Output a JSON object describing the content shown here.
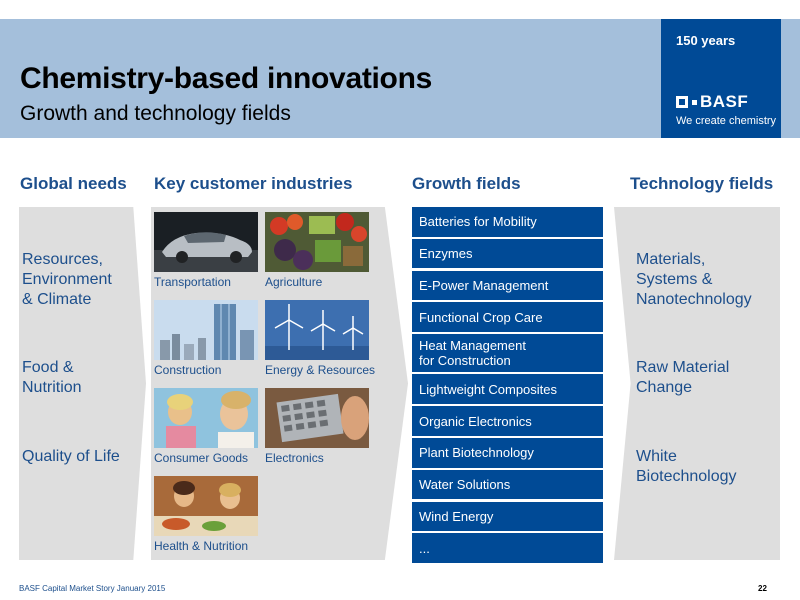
{
  "header": {
    "title": "Chemistry-based innovations",
    "subtitle": "Growth and technology fields"
  },
  "logo": {
    "years": "150 years",
    "brand": "BASF",
    "tagline": "We create chemistry"
  },
  "columns": {
    "global_needs": "Global needs",
    "key_industries": "Key customer industries",
    "growth_fields": "Growth fields",
    "technology_fields": "Technology fields"
  },
  "global_needs": [
    [
      "Resources,",
      "Environment",
      "& Climate"
    ],
    [
      "Food &",
      "Nutrition"
    ],
    [
      "Quality of Life"
    ]
  ],
  "industries": [
    "Transportation",
    "Agriculture",
    "Construction",
    "Energy & Resources",
    "Consumer Goods",
    "Electronics",
    "Health & Nutrition"
  ],
  "growth_fields": [
    "Batteries for Mobility",
    "Enzymes",
    "E-Power Management",
    "Functional Crop Care",
    "Heat Management",
    "for Construction",
    "Lightweight Composites",
    "Organic Electronics",
    "Plant Biotechnology",
    "Water Solutions",
    "Wind Energy",
    "..."
  ],
  "technology_fields": [
    [
      "Materials,",
      "Systems &",
      "Nanotechnology"
    ],
    [
      "Raw Material",
      "Change"
    ],
    [
      "White",
      "Biotechnology"
    ]
  ],
  "footer": {
    "left": "BASF Capital Market Story January 2015",
    "page": "22"
  },
  "colors": {
    "header_band": "#a4bfdb",
    "brand_blue": "#004a96",
    "heading_blue": "#1d4f8c",
    "chevron_gray": "#dedede"
  }
}
